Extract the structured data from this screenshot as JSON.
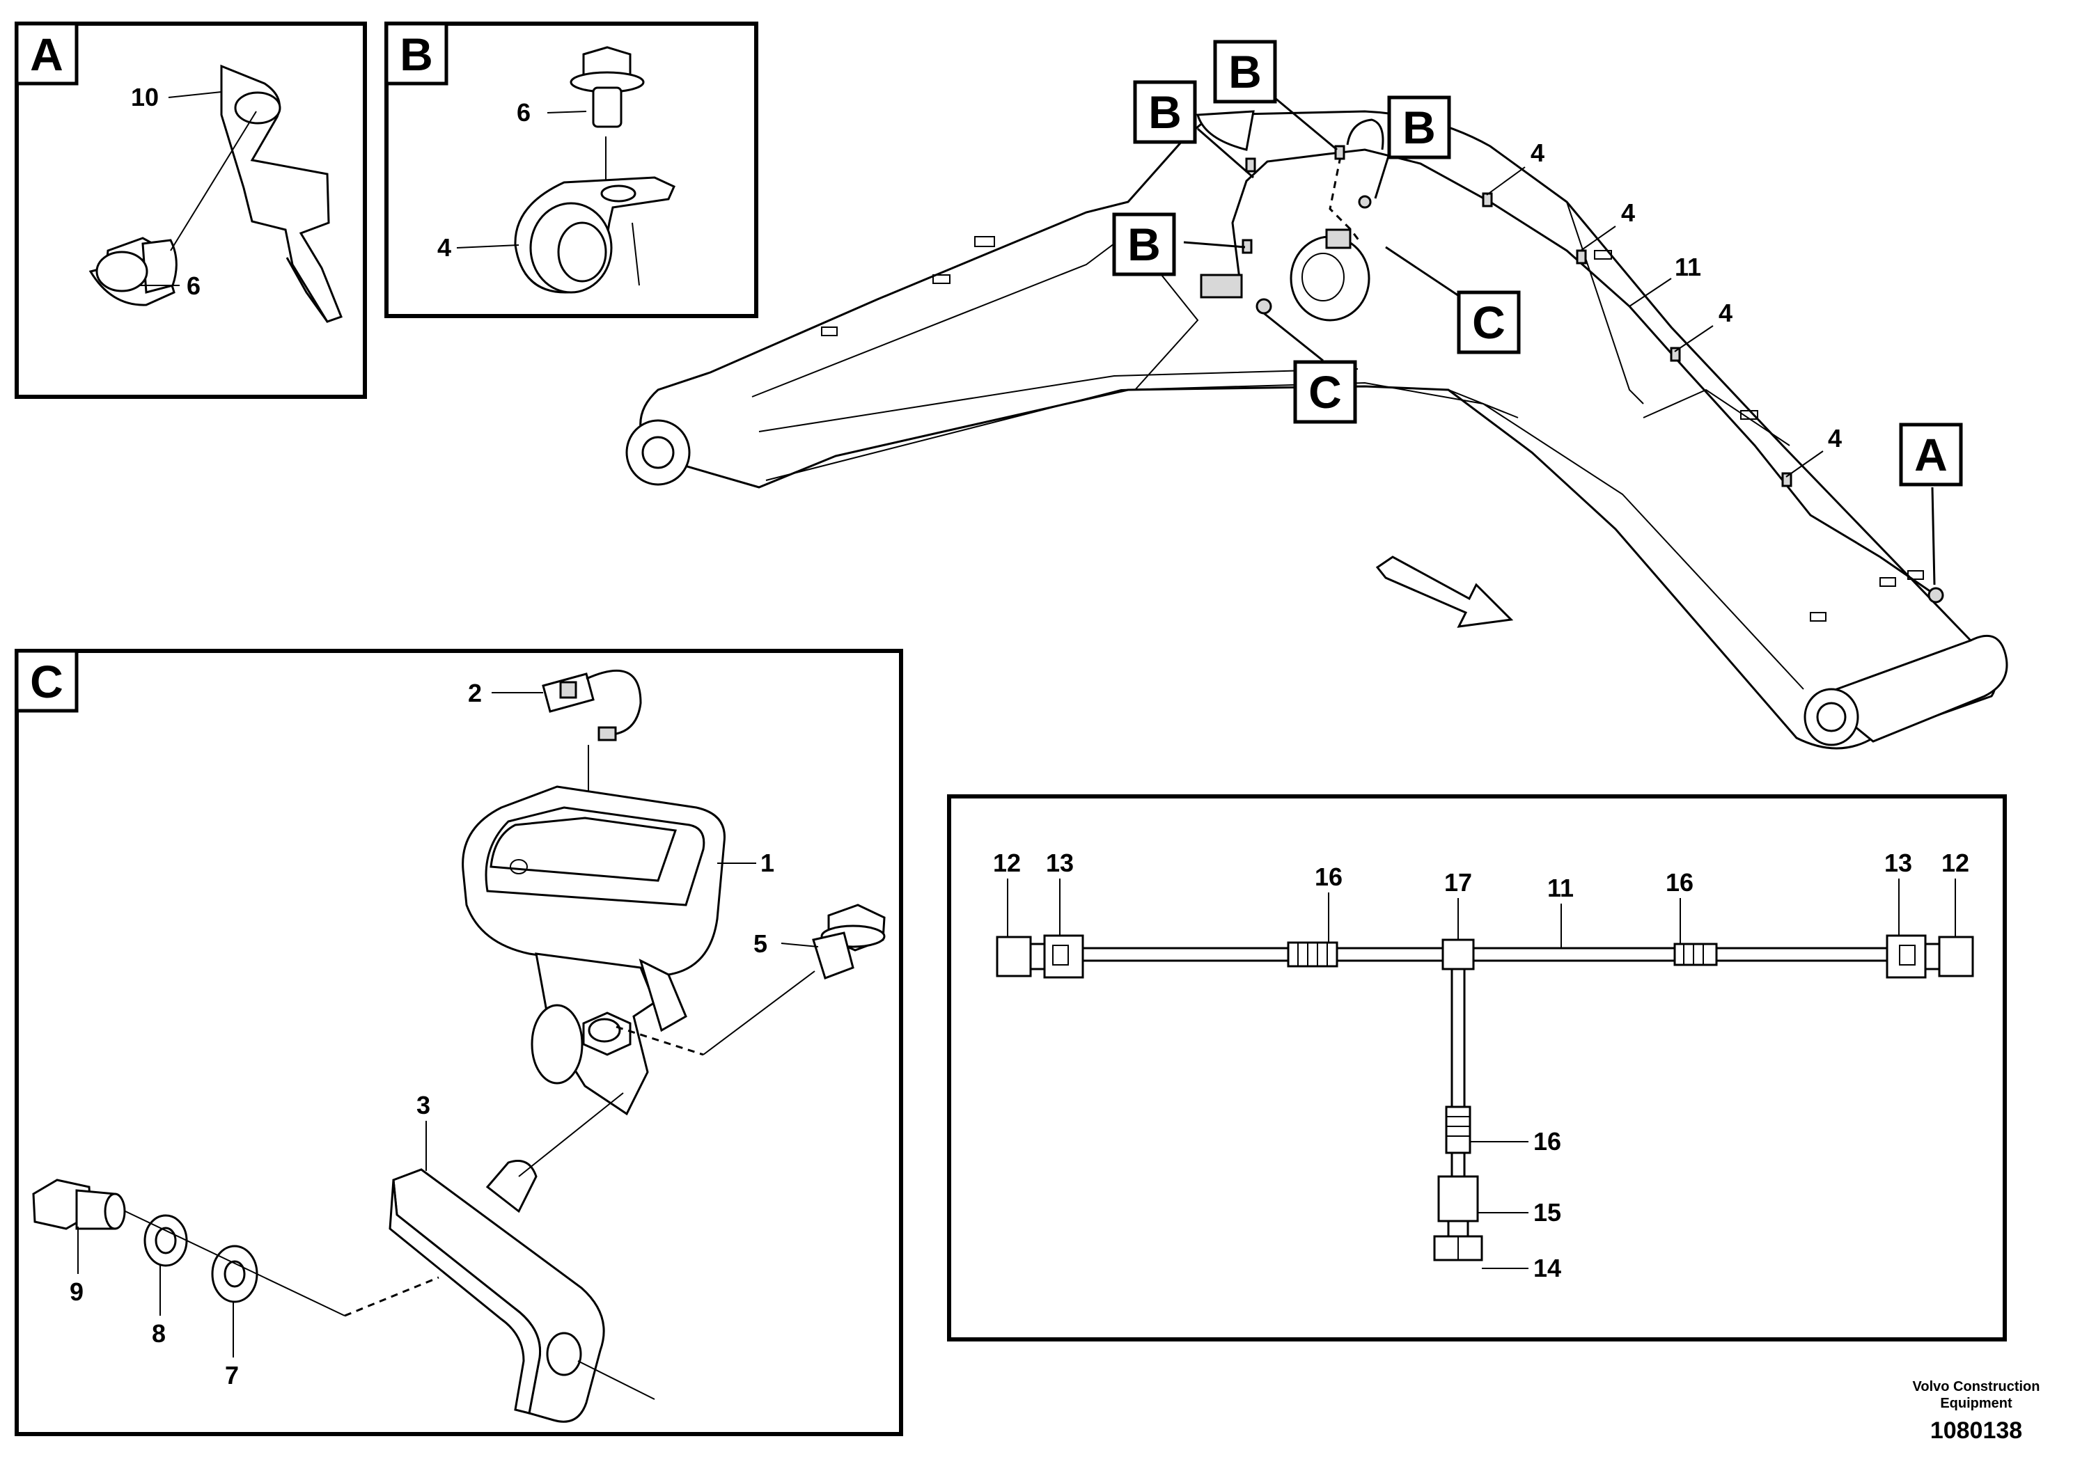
{
  "views": {
    "A": {
      "letter": "A",
      "callouts": [
        "10",
        "6"
      ]
    },
    "B": {
      "letter": "B",
      "callouts": [
        "6",
        "4"
      ]
    },
    "C": {
      "letter": "C",
      "callouts": [
        "2",
        "1",
        "5",
        "3",
        "9",
        "8",
        "7"
      ]
    }
  },
  "boom": {
    "tags": [
      "B",
      "B",
      "B",
      "B",
      "C",
      "C",
      "A"
    ],
    "callouts": [
      "4",
      "4",
      "11",
      "4",
      "4"
    ]
  },
  "harness": {
    "callouts": [
      "12",
      "13",
      "16",
      "17",
      "11",
      "16",
      "13",
      "12",
      "16",
      "15",
      "14"
    ]
  },
  "footer": {
    "company_line1": "Volvo Construction",
    "company_line2": "Equipment",
    "drawing_number": "1080138"
  }
}
